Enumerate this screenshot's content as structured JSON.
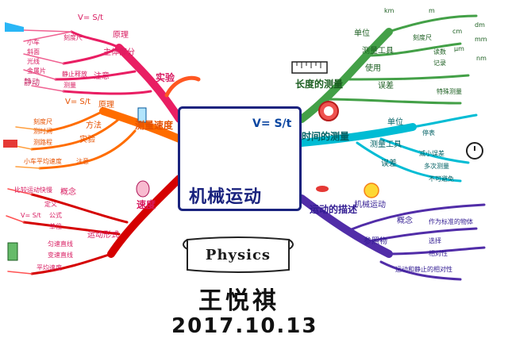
{
  "central": {
    "title": "机械运动",
    "formula": "V= S/t",
    "banner": "Physics"
  },
  "author": "王悦祺",
  "date": "2017.10.13",
  "branches": {
    "experiment": {
      "label": "实验",
      "items": [
        "原理",
        "主体部分",
        "注意",
        "刻度尺",
        "小车",
        "斜面",
        "光线",
        "金属片",
        "静止释放",
        "测量"
      ],
      "formula": "V= S/t",
      "side_note": "静动"
    },
    "measure_speed": {
      "label": "测量速度",
      "items": [
        "原理",
        "方法",
        "实验",
        "刻度尺",
        "测时间",
        "测路程",
        "注意",
        "小车平均速度"
      ],
      "formula": "V= S/t"
    },
    "speed": {
      "label": "速度",
      "items": [
        "比较运动快慢",
        "概念",
        "定义",
        "公式",
        "单位",
        "运动形式",
        "匀速直线",
        "变速直线",
        "平均速度"
      ],
      "formula": "V= S/t"
    },
    "length": {
      "label": "长度的测量",
      "items": [
        "单位",
        "测量工具",
        "使用",
        "刻度尺",
        "读数",
        "记录",
        "误差",
        "特殊测量"
      ],
      "unit_labels": [
        "km",
        "m",
        "dm",
        "cm",
        "mm",
        "μm",
        "nm"
      ]
    },
    "time": {
      "label": "时间的测量",
      "items": [
        "单位",
        "测量工具",
        "停表",
        "误差",
        "减小误差",
        "多次测量",
        "不可避免"
      ]
    },
    "motion": {
      "label": "运动的描述",
      "items": [
        "机械运动",
        "参照物",
        "概念",
        "作为标准的物体",
        "选择",
        "相对性",
        "运动和静止的相对性"
      ]
    }
  }
}
